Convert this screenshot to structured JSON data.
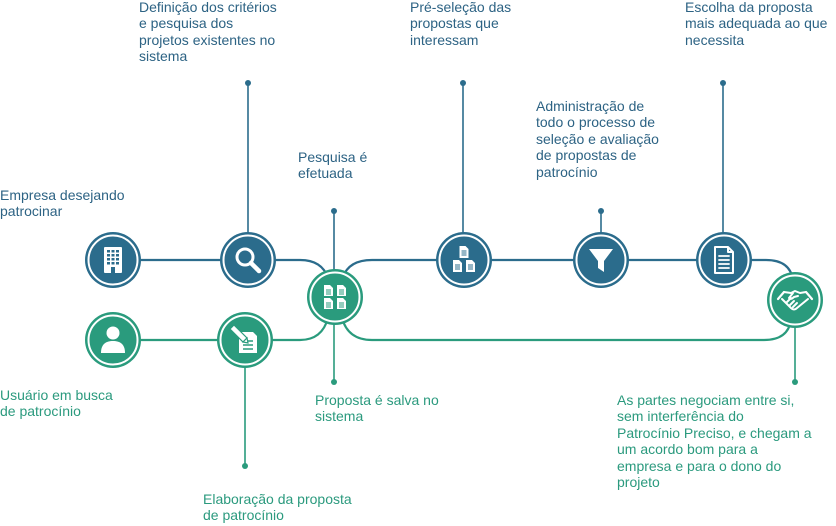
{
  "colors": {
    "blue": "#2b6c8c",
    "green": "#2a9b7d",
    "blue_text": "#2d6384",
    "green_text": "#2b9a7e"
  },
  "nodes": {
    "company": {
      "icon": "building-icon",
      "label": [
        "Empresa desejando",
        "patrocinar"
      ]
    },
    "criteria_search": {
      "icon": "search-icon",
      "label": [
        "Definição dos critérios",
        "e pesquisa dos",
        "projetos existentes no",
        "sistema"
      ]
    },
    "hub": {
      "icon": "documents-icon"
    },
    "search_done": {
      "label": [
        "Pesquisa é",
        "efetuada"
      ]
    },
    "proposal_saved": {
      "label": [
        "Proposta é salva no",
        "sistema"
      ]
    },
    "preselection": {
      "icon": "files-icon",
      "label": [
        "Pré-seleção das",
        "propostas que",
        "interessam"
      ]
    },
    "administration": {
      "icon": "filter-icon",
      "label": [
        "Administração de",
        "todo o processo de",
        "seleção e avaliação",
        "de propostas de",
        "patrocínio"
      ]
    },
    "choice": {
      "icon": "document-icon",
      "label": [
        "Escolha da proposta",
        "mais adequada ao que",
        "necessita"
      ]
    },
    "negotiation": {
      "icon": "handshake-icon",
      "label": [
        "As partes negociam entre si,",
        "sem interferência do",
        "Patrocínio Preciso, e chegam a",
        "um acordo bom para a",
        "empresa e para o dono do",
        "projeto"
      ]
    },
    "user": {
      "icon": "user-icon",
      "label": [
        "Usuário em busca",
        "de patrocínio"
      ]
    },
    "proposal_draft": {
      "icon": "edit-document-icon",
      "label": [
        "Elaboração da proposta",
        "de patrocínio"
      ]
    }
  }
}
